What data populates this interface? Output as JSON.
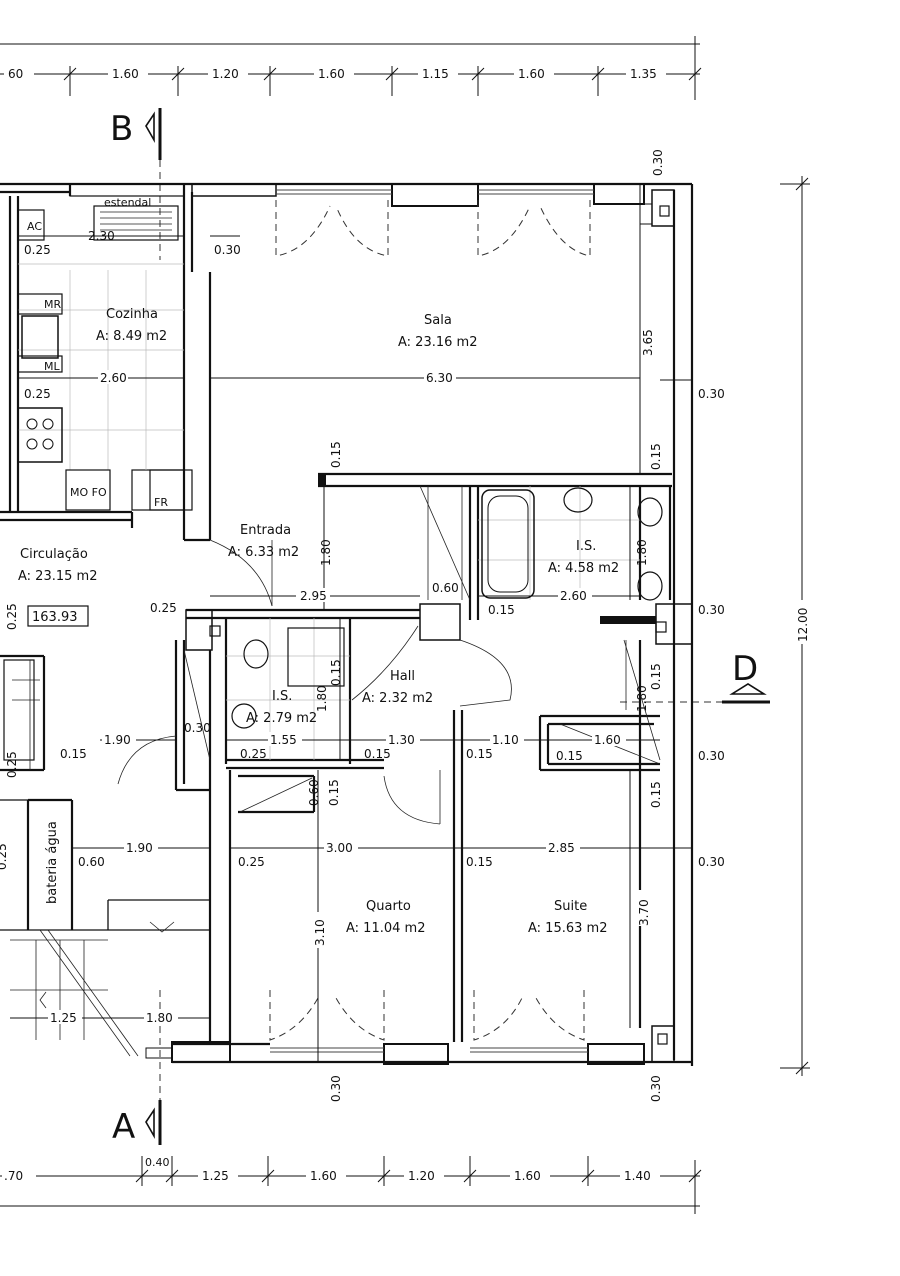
{
  "rooms": {
    "sala": {
      "name": "Sala",
      "area": "A: 23.16  m2"
    },
    "cozinha": {
      "name": "Cozinha",
      "area": "A: 8.49  m2"
    },
    "entrada": {
      "name": "Entrada",
      "area": "A: 6.33  m2"
    },
    "circulacao": {
      "name": "Circulação",
      "area": "A: 23.15  m2"
    },
    "is_main": {
      "name": "I.S.",
      "area": "A: 4.58  m2"
    },
    "is_small": {
      "name": "I.S.",
      "area": "A: 2.79  m2"
    },
    "hall": {
      "name": "Hall",
      "area": "A: 2.32  m2"
    },
    "quarto": {
      "name": "Quarto",
      "area": "A: 11.04  m2"
    },
    "suite": {
      "name": "Suite",
      "area": "A: 15.63  m2"
    }
  },
  "labels": {
    "estendal": "estendal",
    "bateria_agua": "bateria água",
    "ac": "AC",
    "mr": "MR",
    "ml": "ML",
    "mo_fo": "MO\nFO",
    "fr": "FR",
    "elevation": "163.93"
  },
  "sections": {
    "b": "B",
    "a": "A",
    "d": "D"
  },
  "dims_top": [
    "60",
    "1.60",
    "1.20",
    "1.60",
    "1.15",
    "1.60",
    "1.35"
  ],
  "dims_bottom": [
    ".70",
    "0.40",
    "1.25",
    "1.60",
    "1.20",
    "1.60",
    "1.40"
  ],
  "dims_right_total": "12.00",
  "dims": {
    "d_030_top": "0.30",
    "d_030_cozinha": "0.30",
    "d_230": "2.30",
    "d_025_a": "0.25",
    "d_025_b": "0.25",
    "d_260": "2.60",
    "d_630": "6.30",
    "d_365": "3.65",
    "d_030_r1": "0.30",
    "d_015_a": "0.15",
    "d_015_b": "0.15",
    "d_180_a": "1.80",
    "d_295": "2.95",
    "d_060_a": "0.60",
    "d_015_c": "0.15",
    "d_260_b": "2.60",
    "d_180_b": "1.80",
    "d_030_r2": "0.30",
    "d_025_c": "0.25",
    "d_025_d": "0.25",
    "d_015_d": "0.15",
    "d_180_c": "1.80",
    "d_015_e": "0.15",
    "d_180_d": "1.80",
    "d_030_c": "0.30",
    "d_190_a": "1.90",
    "d_015_f": "0.15",
    "d_155": "1.55",
    "d_025_e": "0.25",
    "d_015_g": "0.15",
    "d_130": "1.30",
    "d_015_h": "0.15",
    "d_110": "1.10",
    "d_160": "1.60",
    "d_015_i": "0.15",
    "d_030_r3": "0.30",
    "d_060_b": "0.60",
    "d_015_j": "0.15",
    "d_015_k": "0.15",
    "d_190_b": "1.90",
    "d_060_c": "0.60",
    "d_025_f": "0.25",
    "d_300": "3.00",
    "d_015_l": "0.15",
    "d_285": "2.85",
    "d_030_r4": "0.30",
    "d_310": "3.10",
    "d_370": "3.70",
    "d_125": "1.25",
    "d_180_e": "1.80",
    "d_030_bot1": "0.30",
    "d_030_bot2": "0.30",
    "d_025_left": "0.25",
    "d_025_left2": "0.25"
  }
}
